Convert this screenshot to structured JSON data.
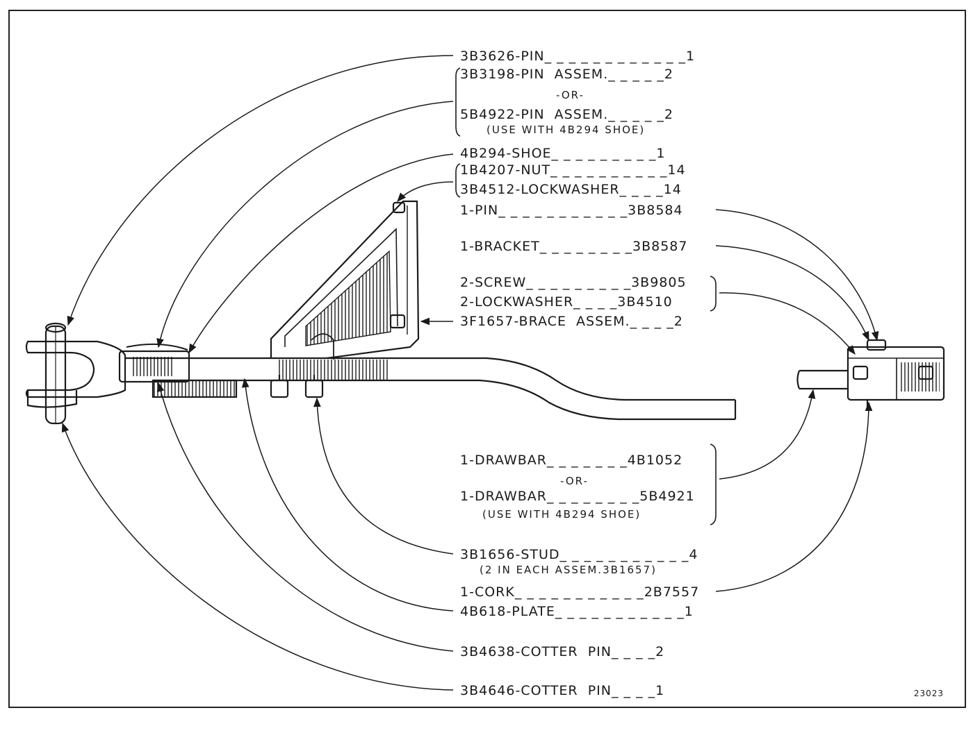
{
  "labels": {
    "pin_3b3626": "3B3626-PIN_ _ _ _ _ _ _ _ _ _ _ _1",
    "pin_assem_3b3198": "3B3198-PIN  ASSEM._ _ _ _ _2",
    "or_1": "-OR-",
    "pin_assem_5b4922": "5B4922-PIN  ASSEM._ _ _ _ _2",
    "use_with_shoe_1": "(USE WITH 4B294 SHOE)",
    "shoe_4b294": "4B294-SHOE_ _ _ _ _ _ _ _ _1",
    "nut_1b4207": "1B4207-NUT_ _ _ _ _ _ _ _ _ _14",
    "lockwasher_3b4512": "3B4512-LOCKWASHER_ _ _ _14",
    "pin_3b8584": "1-PIN_ _ _ _ _ _ _ _ _ _ _3B8584",
    "bracket_3b8587": "1-BRACKET_ _ _ _ _ _ _ _3B8587",
    "screw_3b9805": "2-SCREW_ _ _ _ _ _ _ _ _3B9805",
    "lockwasher_3b4510": "2-LOCKWASHER_ _ _ _3B4510",
    "brace_3f1657": "3F1657-BRACE  ASSEM._ _ _ _2",
    "drawbar_4b1052": "1-DRAWBAR_ _ _ _ _ _ _4B1052",
    "or_2": "-OR-",
    "drawbar_5b4921": "1-DRAWBAR_ _ _ _ _ _ _ _5B4921",
    "use_with_shoe_2": "(USE WITH 4B294 SHOE)",
    "stud_3b1656": "3B1656-STUD_ _ _ _ _ _ _ _ _ _ _4",
    "stud_note": "(2 IN EACH ASSEM.3B1657)",
    "cork_2b7557": "1-CORK_ _ _ _ _ _ _ _ _ _ _2B7557",
    "plate_4b618": "4B618-PLATE_ _ _ _ _ _ _ _ _ _ _1",
    "cotter_3b4638": "3B4638-COTTER  PIN_ _ _ _2",
    "cotter_3b4646": "3B4646-COTTER  PIN_ _ _ _1"
  },
  "figure_number": "23023",
  "colors": {
    "ink": "#1a1a1a",
    "paper": "#ffffff"
  }
}
